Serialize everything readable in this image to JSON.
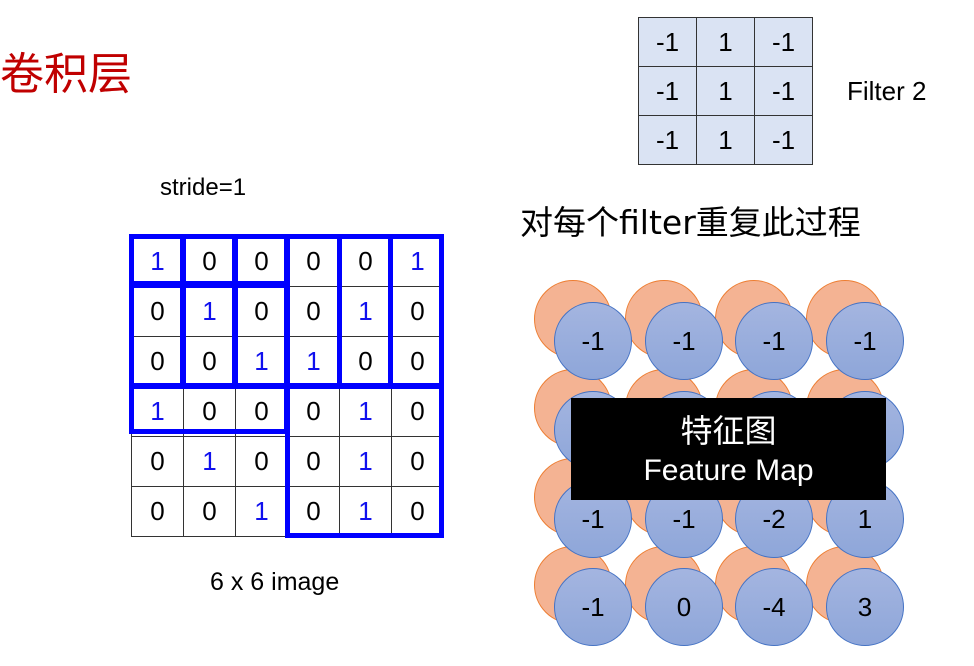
{
  "title": "卷积层",
  "stride_label": "stride=1",
  "image_label": "6 x 6 image",
  "repeat_label": "对每个filter重复此过程",
  "filter_label": "Filter 2",
  "image": [
    [
      "1",
      "0",
      "0",
      "0",
      "0",
      "1"
    ],
    [
      "0",
      "1",
      "0",
      "0",
      "1",
      "0"
    ],
    [
      "0",
      "0",
      "1",
      "1",
      "0",
      "0"
    ],
    [
      "1",
      "0",
      "0",
      "0",
      "1",
      "0"
    ],
    [
      "0",
      "1",
      "0",
      "0",
      "1",
      "0"
    ],
    [
      "0",
      "0",
      "1",
      "0",
      "1",
      "0"
    ]
  ],
  "filter": [
    [
      "-1",
      "1",
      "-1"
    ],
    [
      "-1",
      "1",
      "-1"
    ],
    [
      "-1",
      "1",
      "-1"
    ]
  ],
  "feature_map": [
    [
      "-1",
      "-1",
      "-1",
      "-1"
    ],
    [
      "",
      "",
      "",
      ""
    ],
    [
      "-1",
      "-1",
      "-2",
      "1"
    ],
    [
      "-1",
      "0",
      "-4",
      "3"
    ]
  ],
  "feature_map_caption": {
    "zh": "特征图",
    "en": "Feature Map"
  },
  "colors": {
    "title": "#c00000",
    "highlight": "#0000ff",
    "filter_bg": "#dae3f3"
  }
}
